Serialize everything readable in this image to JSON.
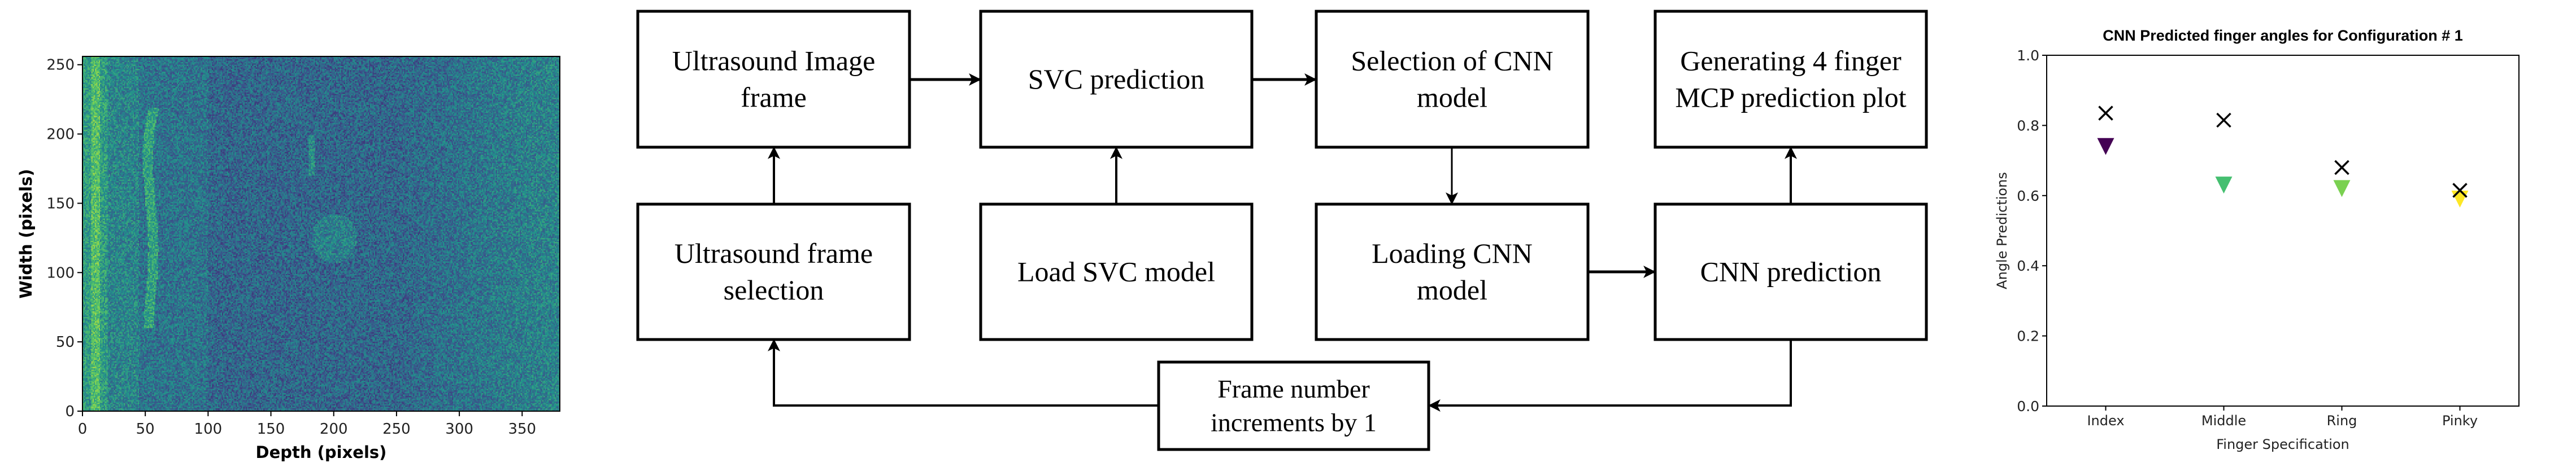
{
  "ultrasound_image": {
    "xlabel": "Depth (pixels)",
    "ylabel": "Width (pixels)",
    "xlim": [
      0,
      380
    ],
    "ylim": [
      0,
      256
    ],
    "xticks": [
      "0",
      "50",
      "100",
      "150",
      "200",
      "250",
      "300",
      "350"
    ],
    "yticks": [
      "0",
      "50",
      "100",
      "150",
      "200",
      "250"
    ],
    "colormap": "viridis"
  },
  "flowchart": {
    "nodes": {
      "ultrasound_image_frame": [
        "Ultrasound Image",
        "frame"
      ],
      "svc_prediction": [
        "SVC prediction"
      ],
      "selection_cnn": [
        "Selection of CNN",
        "model"
      ],
      "generating_plot": [
        "Generating 4 finger",
        "MCP prediction plot"
      ],
      "frame_selection": [
        "Ultrasound frame",
        "selection"
      ],
      "load_svc": [
        "Load SVC model"
      ],
      "loading_cnn": [
        "Loading CNN",
        "model"
      ],
      "cnn_prediction": [
        "CNN prediction"
      ],
      "frame_increment": [
        "Frame number",
        "increments by 1"
      ]
    },
    "edges": [
      [
        "ultrasound_image_frame",
        "svc_prediction"
      ],
      [
        "svc_prediction",
        "selection_cnn"
      ],
      [
        "selection_cnn",
        "loading_cnn"
      ],
      [
        "loading_cnn",
        "cnn_prediction"
      ],
      [
        "cnn_prediction",
        "generating_plot"
      ],
      [
        "frame_selection",
        "ultrasound_image_frame"
      ],
      [
        "load_svc",
        "svc_prediction"
      ],
      [
        "cnn_prediction",
        "frame_increment"
      ],
      [
        "frame_increment",
        "frame_selection"
      ]
    ]
  },
  "chart_data": {
    "type": "scatter",
    "title": "CNN Predicted finger angles for Configuration # 1",
    "xlabel": "Finger Specification",
    "ylabel": "Angle Predictions",
    "categories": [
      "Index",
      "Middle",
      "Ring",
      "Pinky"
    ],
    "ylim": [
      0.0,
      1.0
    ],
    "yticks": [
      "0.0",
      "0.2",
      "0.4",
      "0.6",
      "0.8",
      "1.0"
    ],
    "grid": false,
    "series": [
      {
        "marker": "x",
        "color": "#000000",
        "values": [
          0.835,
          0.815,
          0.68,
          0.615
        ]
      },
      {
        "marker": "triangle-down",
        "colors": [
          "#440154",
          "#45bf70",
          "#7ad151",
          "#fde725"
        ],
        "values": [
          0.74,
          0.63,
          0.62,
          0.59
        ]
      }
    ]
  }
}
